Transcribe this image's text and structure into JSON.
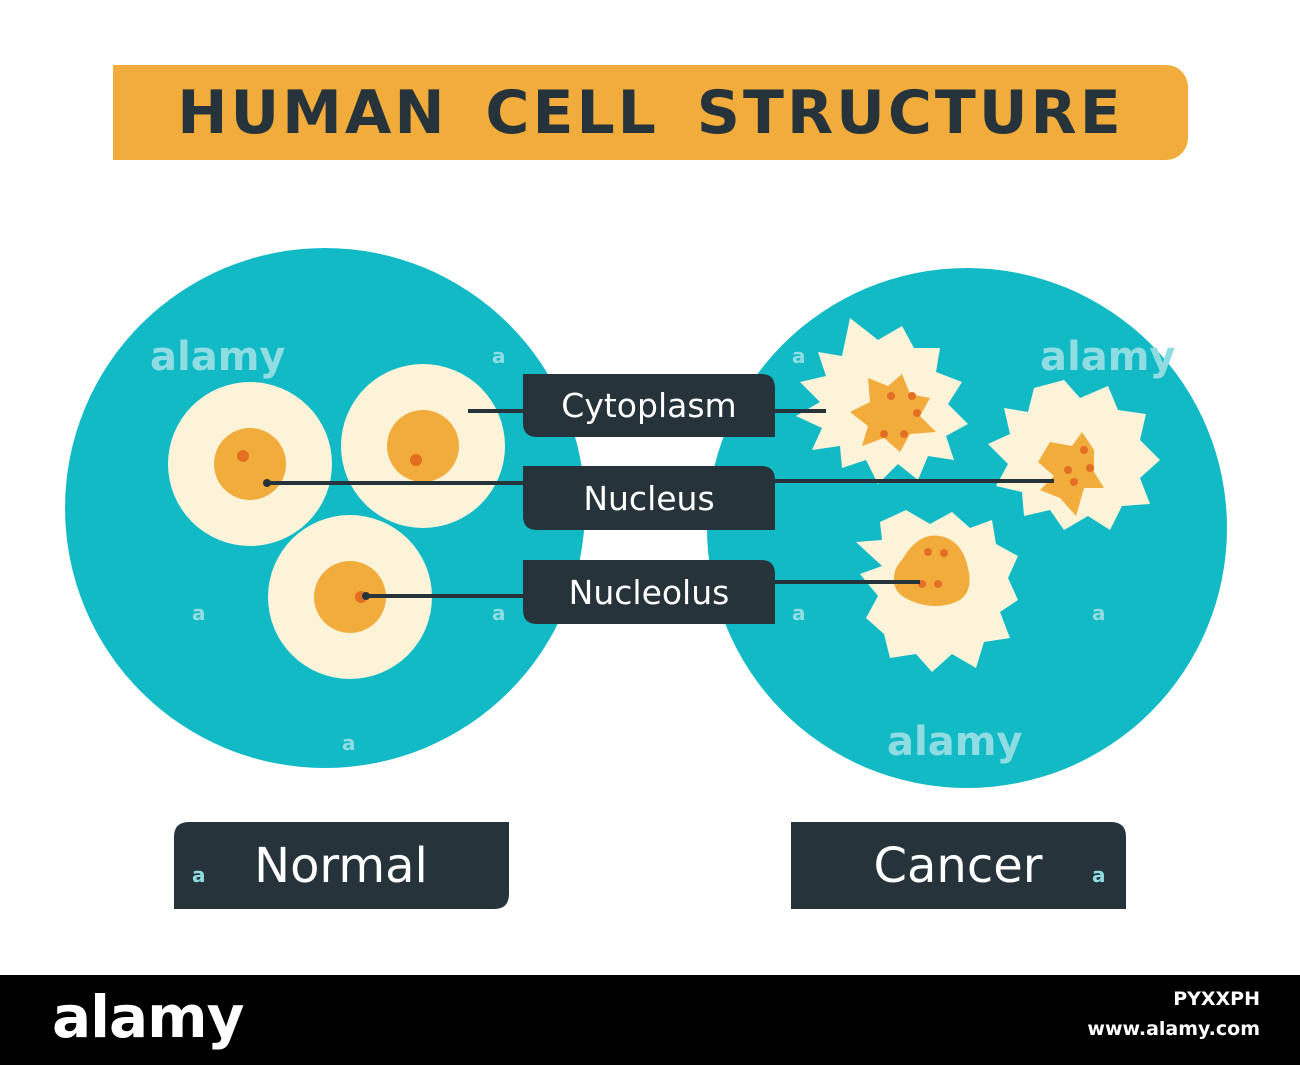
{
  "title": "HUMAN CELL STRUCTURE",
  "labels": {
    "cytoplasm": "Cytoplasm",
    "nucleus": "Nucleus",
    "nucleolus": "Nucleolus"
  },
  "panels": {
    "normal": "Normal",
    "cancer": "Cancer"
  },
  "watermark": {
    "brand": "alamy",
    "mark": "a",
    "image_id": "PYXXPH",
    "site": "www.alamy.com"
  },
  "colors": {
    "banner": "#f2ac3b",
    "circle": "#12bac6",
    "dark": "#26333a",
    "cytoplasm": "#fcf3d9",
    "nucleus": "#f2ac3b",
    "nucleolus": "#e36f24",
    "watermark_bar": "#000000"
  },
  "icons": {
    "cells": "cell-shapes"
  }
}
